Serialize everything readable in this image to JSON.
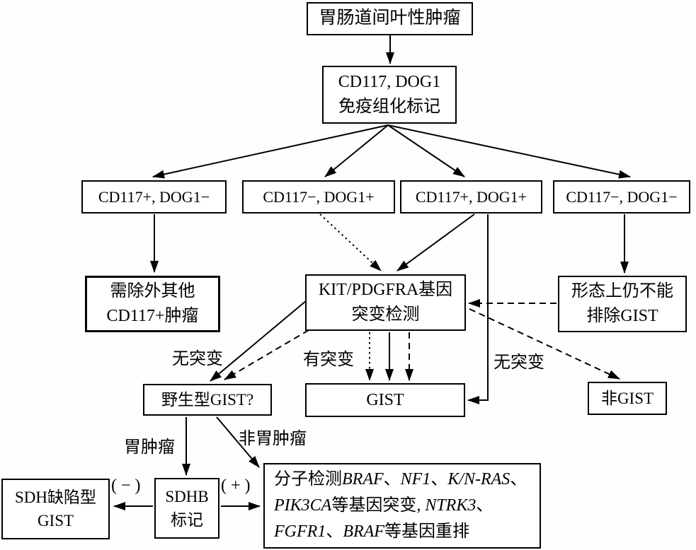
{
  "diagram": {
    "title_semantic": "GIST diagnostic flowchart",
    "background_color": "#ffffff",
    "line_color": "#000000",
    "nodes": {
      "gi_mesenchymal_tumor": {
        "lines": [
          "胃肠道间叶性肿瘤"
        ]
      },
      "ihc_markers": {
        "lines": [
          "CD117, DOG1",
          "免疫组化标记"
        ]
      },
      "cd117pos_dog1neg": {
        "lines": [
          "CD117+, DOG1−"
        ]
      },
      "cd117neg_dog1pos": {
        "lines": [
          "CD117−, DOG1+"
        ]
      },
      "cd117pos_dog1pos": {
        "lines": [
          "CD117+, DOG1+"
        ]
      },
      "cd117neg_dog1neg": {
        "lines": [
          "CD117−, DOG1−"
        ]
      },
      "exclude_other_cd117_tumors": {
        "lines": [
          "需除外其他",
          "CD117+肿瘤"
        ]
      },
      "kit_pdgfra_mutation_test": {
        "lines": [
          "KIT/PDGFRA基因",
          "突变检测"
        ]
      },
      "morphology_cannot_exclude_gist": {
        "lines": [
          "形态上仍不能",
          "排除GIST"
        ]
      },
      "wildtype_gist": {
        "lines": [
          "野生型GIST?"
        ]
      },
      "gist": {
        "lines": [
          "GIST"
        ]
      },
      "non_gist": {
        "lines": [
          "非GIST"
        ]
      },
      "sdh_deficient_gist": {
        "lines": [
          "SDH缺陷型",
          "GIST"
        ]
      },
      "sdhb_marker": {
        "lines": [
          "SDHB",
          "标记"
        ]
      },
      "molecular_testing": {
        "rich_lines": [
          [
            {
              "t": "分子检测"
            },
            {
              "t": "BRAF",
              "i": true
            },
            {
              "t": "、"
            },
            {
              "t": "NF1",
              "i": true
            },
            {
              "t": "、"
            },
            {
              "t": "K/N-RAS",
              "i": true
            },
            {
              "t": "、"
            }
          ],
          [
            {
              "t": "PIK3CA",
              "i": true
            },
            {
              "t": "等基因突变, "
            },
            {
              "t": "NTRK3",
              "i": true
            },
            {
              "t": "、"
            }
          ],
          [
            {
              "t": "FGFR1",
              "i": true
            },
            {
              "t": "、"
            },
            {
              "t": "BRAF",
              "i": true
            },
            {
              "t": "等基因重排"
            }
          ]
        ]
      }
    },
    "edge_labels": {
      "no_mutation_left": "无突变",
      "has_mutation": "有突变",
      "no_mutation_right": "无突变",
      "gastric_tumor": "胃肿瘤",
      "non_gastric_tumor": "非胃肿瘤",
      "sdhb_negative": "( − )",
      "sdhb_positive": "( + )"
    }
  }
}
